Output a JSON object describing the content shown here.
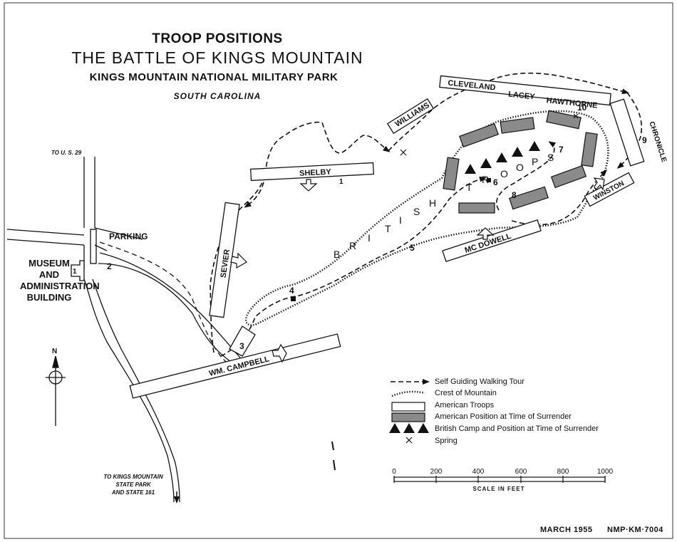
{
  "title": {
    "line1": "TROOP POSITIONS",
    "line2": "THE BATTLE OF KINGS MOUNTAIN",
    "line3": "KINGS MOUNTAIN NATIONAL MILITARY PARK",
    "line4": "SOUTH CAROLINA"
  },
  "places": {
    "to_us29": "TO U. S. 29",
    "parking": "PARKING",
    "museum": [
      "MUSEUM",
      "AND",
      "ADMINISTRATION",
      "BUILDING"
    ],
    "to_kings_mountain": [
      "TO KINGS MOUNTAIN",
      "STATE PARK",
      "AND STATE 161"
    ]
  },
  "units": {
    "cleveland": "CLEVELAND",
    "lacey": "LACEY",
    "hawthorne": "HAWTHORNE",
    "williams": "WILLIAMS",
    "chronicle": "CHRONICLE",
    "shelby": "SHELBY",
    "sevier": "SEVIER",
    "winston": "WINSTON",
    "mcdowell": "MC DOWELL",
    "campbell": "WM. CAMPBELL",
    "british": [
      "B",
      "R",
      "I",
      "T",
      "I",
      "S",
      "H"
    ],
    "troops": [
      "T",
      "R",
      "O",
      "O",
      "P",
      "S"
    ]
  },
  "stops": [
    "1",
    "2",
    "3",
    "4",
    "5",
    "6",
    "7",
    "8",
    "9",
    "10"
  ],
  "north": "N",
  "legend": {
    "walking_tour": "Self Guiding Walking Tour",
    "crest": "Crest of Mountain",
    "american": "American Troops",
    "american_surrender": "American Position at Time of Surrender",
    "british_camp": "British Camp and Position at Time of Surrender",
    "spring": "Spring"
  },
  "scale": {
    "ticks": [
      "0",
      "200",
      "400",
      "600",
      "800",
      "1000"
    ],
    "label": "SCALE IN FEET"
  },
  "footer": {
    "date": "MARCH 1955",
    "code": "NMP·KM·7004"
  },
  "colors": {
    "ink": "#111111",
    "surrender_fill": "#8a8a8a"
  }
}
